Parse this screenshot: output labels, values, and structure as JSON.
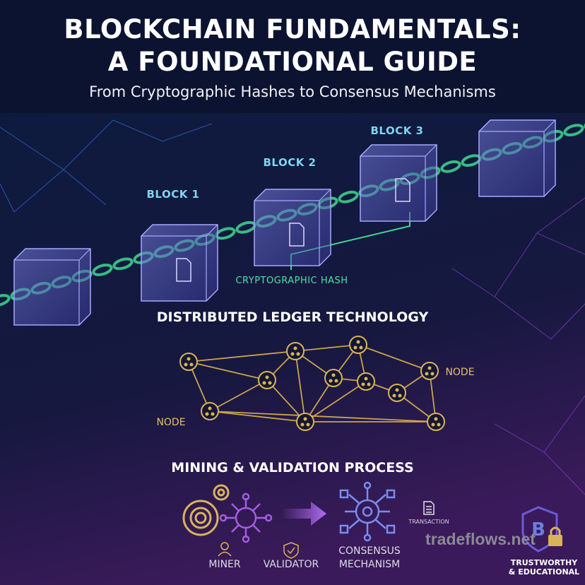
{
  "header": {
    "title_line1": "BLOCKCHAIN FUNDAMENTALS:",
    "title_line2": "A FOUNDATIONAL GUIDE",
    "subtitle": "From Cryptographic Hashes to Consensus Mechanisms"
  },
  "blockchain": {
    "blocks": [
      "BLOCK 1",
      "BLOCK 2",
      "BLOCK 3"
    ],
    "hash_label": "CRYPTOGRAPHIC HASH"
  },
  "ledger": {
    "title": "DISTRIBUTED LEDGER TECHNOLOGY",
    "node_label_right": "NODE",
    "node_label_left": "NODE"
  },
  "mining": {
    "title": "MINING & VALIDATION PROCESS",
    "miner": "MINER",
    "validator": "VALIDATOR",
    "consensus_line1": "CONSENSUS",
    "consensus_line2": "MECHANISM",
    "transaction": "TRANSACTION"
  },
  "badge": {
    "line1": "TRUSTWORTHY",
    "line2": "& EDUCATIONAL",
    "icon": "bitcoin-shield-lock-icon"
  },
  "watermark": "tradeflows.net",
  "colors": {
    "background": "#0b1230",
    "gold": "#d9b35a",
    "purple": "#a35de0",
    "green": "#3fd98f",
    "cyan": "#5fb8e8"
  }
}
